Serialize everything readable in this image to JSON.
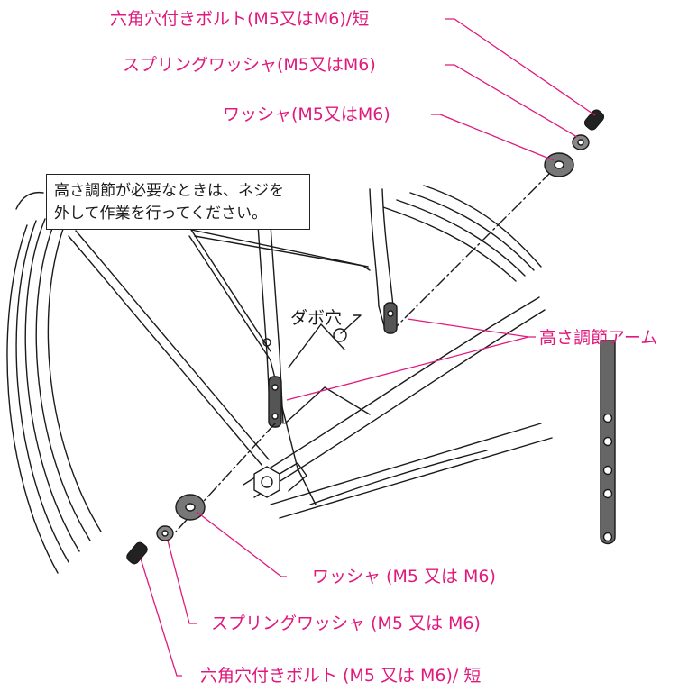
{
  "labels": {
    "top_bolt": "六角穴付きボルト(M5又はM6)/短",
    "top_spring_washer": "スプリングワッシャ(M5又はM6)",
    "top_washer": "ワッシャ(M5又はM6)",
    "dowel_hole": "ダボ穴",
    "height_arm": "高さ調節アーム",
    "bottom_washer": "ワッシャ (M5 又は M6)",
    "bottom_spring_washer": "スプリングワッシャ (M5 又は M6)",
    "bottom_bolt": "六角穴付きボルト (M5 又は M6)/ 短"
  },
  "note": {
    "line1": "高さ調節が必要なときは、ネジを",
    "line2": "外して作業を行ってください。"
  },
  "colors": {
    "callout": "#e0197d",
    "line": "#1a1a1a"
  }
}
